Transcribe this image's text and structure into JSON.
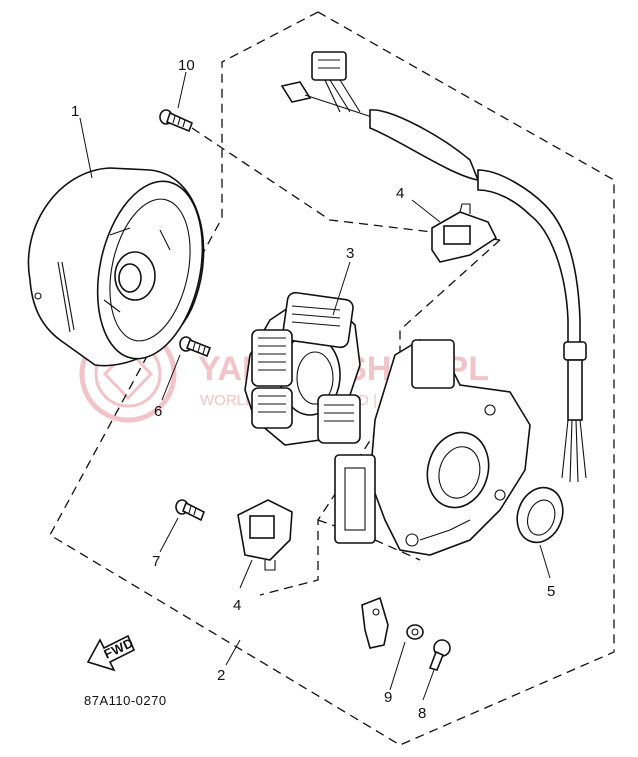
{
  "diagram": {
    "callouts": {
      "c1": "1",
      "c2": "2",
      "c3": "3",
      "c4a": "4",
      "c4b": "4",
      "c5": "5",
      "c6": "6",
      "c7": "7",
      "c8": "8",
      "c9": "9",
      "c10": "10"
    },
    "fwd_label": "FWD",
    "drawing_code": "87A110-0270",
    "watermark": {
      "main": "YAMAHASHOP.PL",
      "sub": "WORLDWIDE | POLAND | 100% YAMAHA"
    },
    "colors": {
      "ink": "#111111",
      "watermark": "#f2c4c8"
    }
  }
}
